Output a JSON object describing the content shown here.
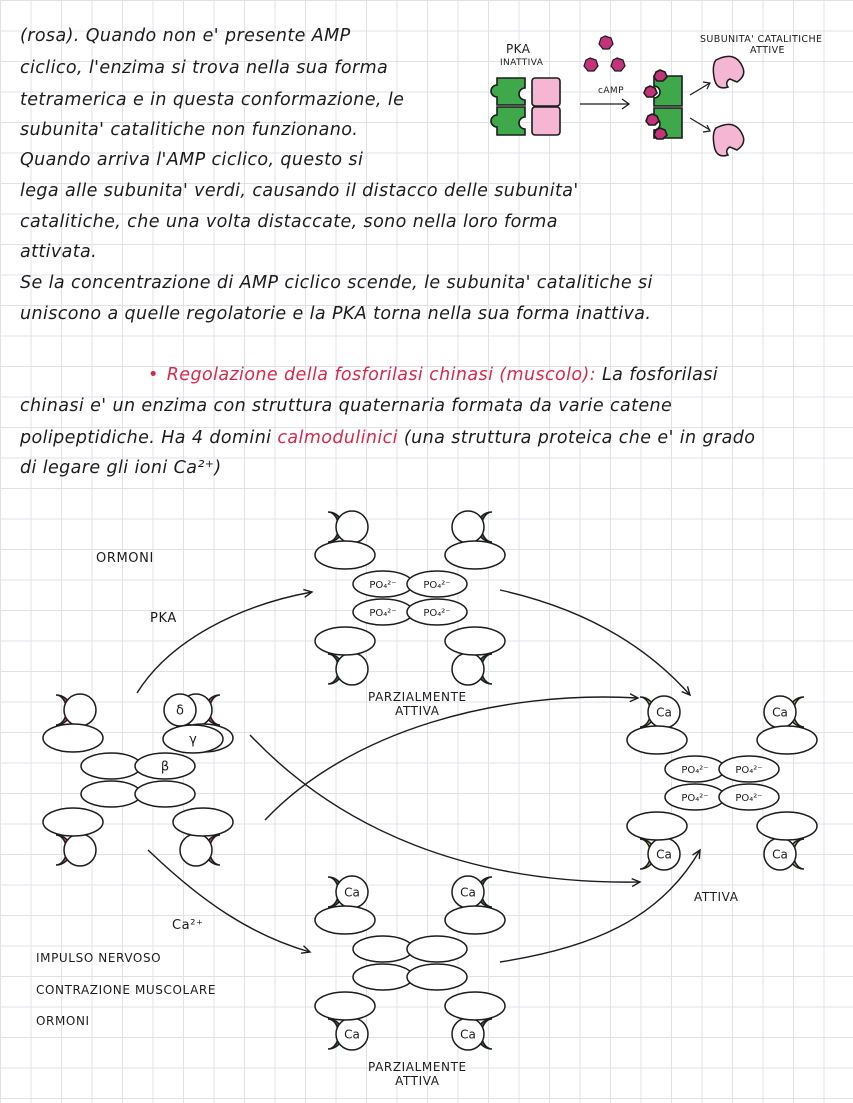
{
  "text_lines": [
    "(rosa). Quando non e' presente AMP",
    "ciclico, l'enzima si trova nella sua forma",
    "tetramerica e in questa conformazione, le",
    "subunita' catalitiche non funzionano.",
    "Quando arriva l'AMP ciclico, questo si",
    "lega alle subunita' verdi, causando il distacco delle subunita'",
    "catalitiche, che una volta distaccate, sono nella loro forma",
    "attivata.",
    "Se la concentrazione di AMP ciclico scende, le subunita' catalitiche si",
    "uniscono a quelle regolatorie e la PKA torna nella sua forma inattiva."
  ],
  "section2": {
    "bullet": "•",
    "title": "Regolazione della fosforilasi chinasi (muscolo):",
    "title_rest": " La fosforilasi",
    "line2": "chinasi e' un enzima con struttura quaternaria formata da varie catene",
    "line3_a": "polipeptidiche. Ha 4 domini ",
    "line3_pink": "calmodulinici",
    "line3_b": " (una struttura proteica che e' in grado",
    "line4": "di legare gli ioni Ca²⁺)"
  },
  "pka_diagram": {
    "pka_label": "PKA",
    "inactive_label": "INATTIVA",
    "camp_label": "cAMP",
    "catalytic_label_1": "SUBUNITA' CATALITICHE",
    "catalytic_label_2": "ATTIVE"
  },
  "kinase_diagram": {
    "ormoni_top": "ORMONI",
    "pka": "PKA",
    "ca": "Ca²⁺",
    "impulso": "IMPULSO NERVOSO",
    "contrazione": "CONTRAZIONE MUSCOLARE",
    "ormoni_bottom": "ORMONI",
    "parz_top_1": "PARZIALMENTE",
    "parz_top_2": "ATTIVA",
    "parz_bottom_1": "PARZIALMENTE",
    "parz_bottom_2": "ATTIVA",
    "attiva": "ATTIVA",
    "delta": "δ",
    "gamma": "γ",
    "beta": "β",
    "po4": "PO₄²⁻",
    "ca_short": "Ca"
  },
  "colors": {
    "ink": "#1c1c1c",
    "pink_text": "#d6294a",
    "red_subunit": "#e8434b",
    "dark_green": "#2f6f4f",
    "light_green": "#8cc84b",
    "pka_green": "#3fa84a",
    "pka_pink": "#f4b6d2",
    "magenta": "#c2337a"
  }
}
